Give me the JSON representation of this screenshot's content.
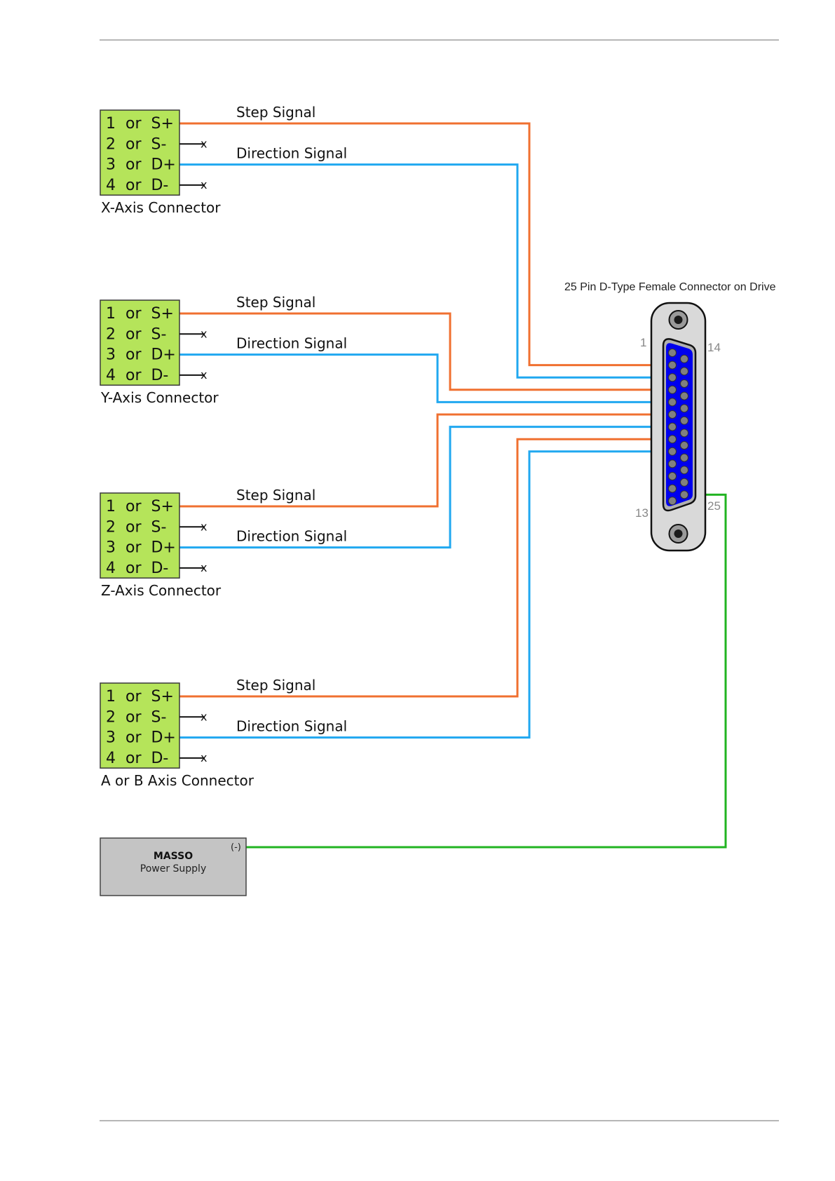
{
  "diagram": {
    "title": "Drive wiring diagram",
    "colors": {
      "step_wire": "#f07030",
      "direction_wire": "#20a8f0",
      "ground_wire": "#22b422",
      "terminal_block": "#b5e45a",
      "connector_shell": "#d9d9d9",
      "connector_insert": "#0000ee",
      "pin": "#808080",
      "power_supply": "#c4c4c4"
    },
    "axis_connectors": [
      {
        "caption": "X-Axis Connector",
        "pins": [
          "1  or  S+",
          "2  or  S-",
          "3  or  D+",
          "4  or  D-"
        ],
        "step_label": "Step Signal",
        "direction_label": "Direction Signal",
        "step_to_pin": 2,
        "direction_to_pin": 3,
        "unconnected_marker": "x"
      },
      {
        "caption": "Y-Axis Connector",
        "pins": [
          "1  or  S+",
          "2  or  S-",
          "3  or  D+",
          "4  or  D-"
        ],
        "step_label": "Step Signal",
        "direction_label": "Direction Signal",
        "step_to_pin": 4,
        "direction_to_pin": 5,
        "unconnected_marker": "x"
      },
      {
        "caption": "Z-Axis Connector",
        "pins": [
          "1  or  S+",
          "2  or  S-",
          "3  or  D+",
          "4  or  D-"
        ],
        "step_label": "Step Signal",
        "direction_label": "Direction Signal",
        "step_to_pin": 6,
        "direction_to_pin": 7,
        "unconnected_marker": "x"
      },
      {
        "caption": "A or B Axis Connector",
        "pins": [
          "1  or  S+",
          "2  or  S-",
          "3  or  D+",
          "4  or  D-"
        ],
        "step_label": "Step Signal",
        "direction_label": "Direction Signal",
        "step_to_pin": 8,
        "direction_to_pin": 9,
        "unconnected_marker": "x"
      }
    ],
    "dsub": {
      "title": "25 Pin D-Type Female Connector on Drive",
      "pin_labels": {
        "top_left": "1",
        "top_right": "14",
        "bottom_left": "13",
        "bottom_right": "25"
      },
      "left_column_pins": 13,
      "right_column_pins": 12,
      "ground_pin": 25
    },
    "power_supply": {
      "title": "MASSO",
      "subtitle": "Power Supply",
      "terminal": "(-)"
    }
  }
}
